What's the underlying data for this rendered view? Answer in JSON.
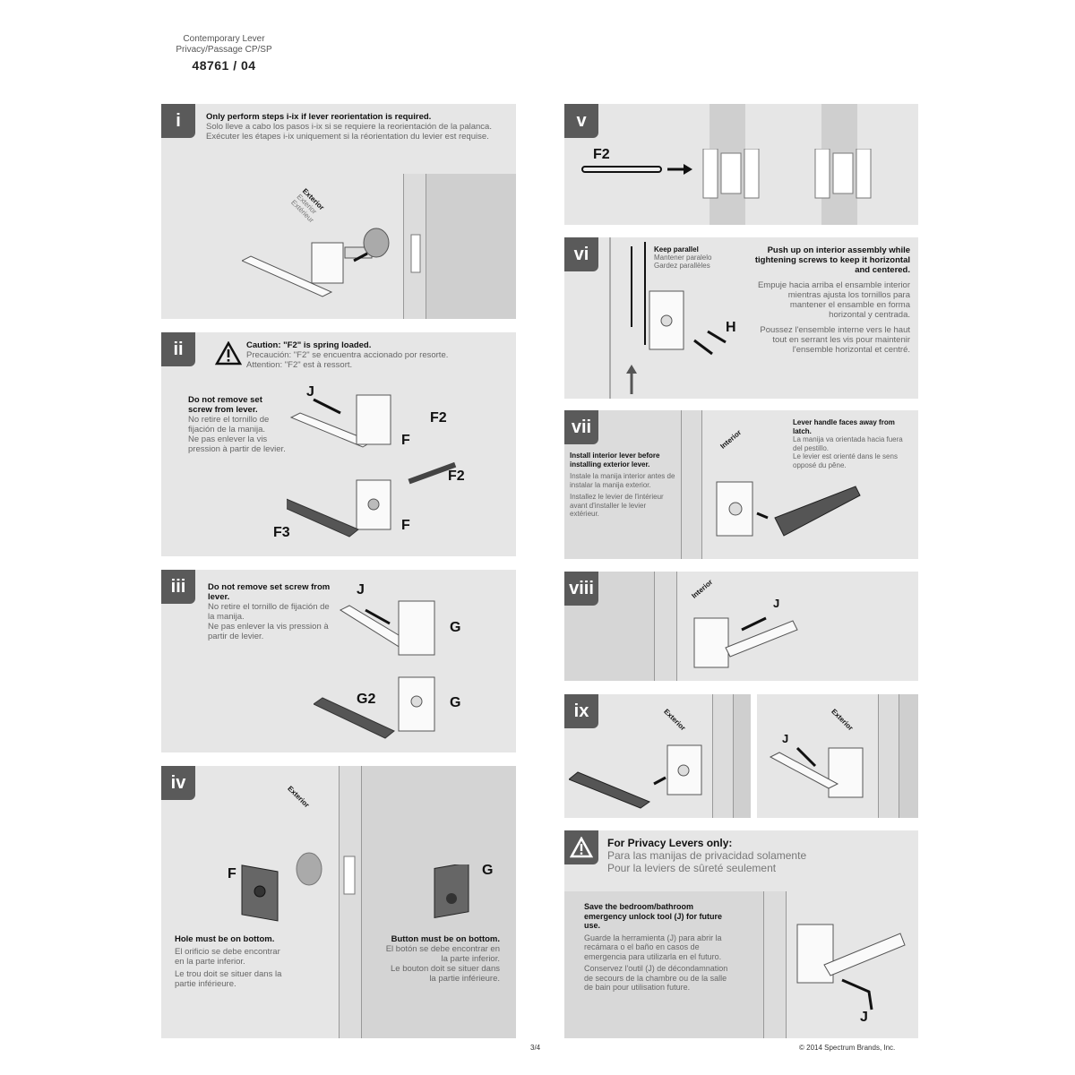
{
  "header": {
    "line1": "Contemporary Lever",
    "line2": "Privacy/Passage CP/SP",
    "part_number": "48761 / 04"
  },
  "steps": [
    {
      "id": "i",
      "en": "Only perform steps i-ix if lever reorientation is required.",
      "es": "Solo lleve a cabo los pasos i-ix si se requiere la reorientación de la palanca.",
      "fr": "Exécuter les étapes i-ix uniquement si la réorientation du levier est requise.",
      "labels": {
        "exterior": "Exterior",
        "exterior_es": "Exterior",
        "exterior_fr": "Extérieur"
      }
    },
    {
      "id": "ii",
      "caution_en": "Caution: \"F2\" is spring loaded.",
      "caution_es": "Precaución: \"F2\" se encuentra accionado por resorte.",
      "caution_fr": "Attention: \"F2\" est à ressort.",
      "note_en": "Do not remove set screw from lever.",
      "note_es": "No retire el tornillo de fijación de la manija.",
      "note_fr": "Ne pas enlever la vis pression à partir de levier.",
      "parts": [
        "J",
        "F2",
        "F",
        "F2",
        "F",
        "F3"
      ]
    },
    {
      "id": "iii",
      "note_en": "Do not remove set screw from lever.",
      "note_es": "No retire el tornillo de fijación de la manija.",
      "note_fr": "Ne pas enlever la vis pression à partir de levier.",
      "parts": [
        "J",
        "G",
        "G2",
        "G"
      ]
    },
    {
      "id": "iv",
      "exterior": "Exterior",
      "left_en": "Hole must be on bottom.",
      "left_es": "El orificio se debe encontrar en la parte inferior.",
      "left_fr": "Le trou doit se situer dans la partie inférieure.",
      "right_en": "Button must be on bottom.",
      "right_es": "El botón se debe encontrar en la parte inferior.",
      "right_fr": "Le bouton doit se situer dans la partie inférieure.",
      "parts": [
        "F",
        "G"
      ]
    },
    {
      "id": "v",
      "parts": [
        "F2"
      ]
    },
    {
      "id": "vi",
      "keep_en": "Keep parallel",
      "keep_es": "Mantener paralelo",
      "keep_fr": "Gardez parallèles",
      "push_en": "Push up on interior assembly while tightening screws to keep it horizontal and centered.",
      "push_es": "Empuje hacia arriba el ensamble interior mientras ajusta los tornillos para mantener el ensamble en forma horizontal y centrada.",
      "push_fr": "Poussez l'ensemble interne vers le haut tout en serrant les vis pour maintenir l'ensemble horizontal et centré.",
      "parts": [
        "H"
      ]
    },
    {
      "id": "vii",
      "install_en": "Install interior lever before installing exterior lever.",
      "install_es": "Instale la manija interior antes de instalar la manija exterior.",
      "install_fr": "Installez le levier de l'intérieur avant d'installer le levier extérieur.",
      "interior": "Interior",
      "faces_en": "Lever handle faces away from latch.",
      "faces_es": "La manija va orientada hacia fuera del pestillo.",
      "faces_fr": "Le levier est orienté dans le sens opposé du pêne."
    },
    {
      "id": "viii",
      "interior": "Interior",
      "parts": [
        "J"
      ]
    },
    {
      "id": "ix",
      "exterior": "Exterior",
      "parts": [
        "J"
      ]
    }
  ],
  "privacy": {
    "title_en": "For Privacy Levers only:",
    "title_es": "Para las manijas de privacidad solamente",
    "title_fr": "Pour la leviers de sûreté seulement",
    "save_en": "Save the bedroom/bathroom emergency unlock tool (J) for future use.",
    "save_es": "Guarde la herramienta (J) para abrir la recámara o el baño en casos de emergencia para utilizarla en el futuro.",
    "save_fr": "Conservez l'outil (J) de décondamnation de secours de la chambre ou de la salle de bain pour utilisation future.",
    "part": "J"
  },
  "footer": {
    "page": "3/4",
    "copyright": "© 2014 Spectrum Brands, Inc."
  }
}
